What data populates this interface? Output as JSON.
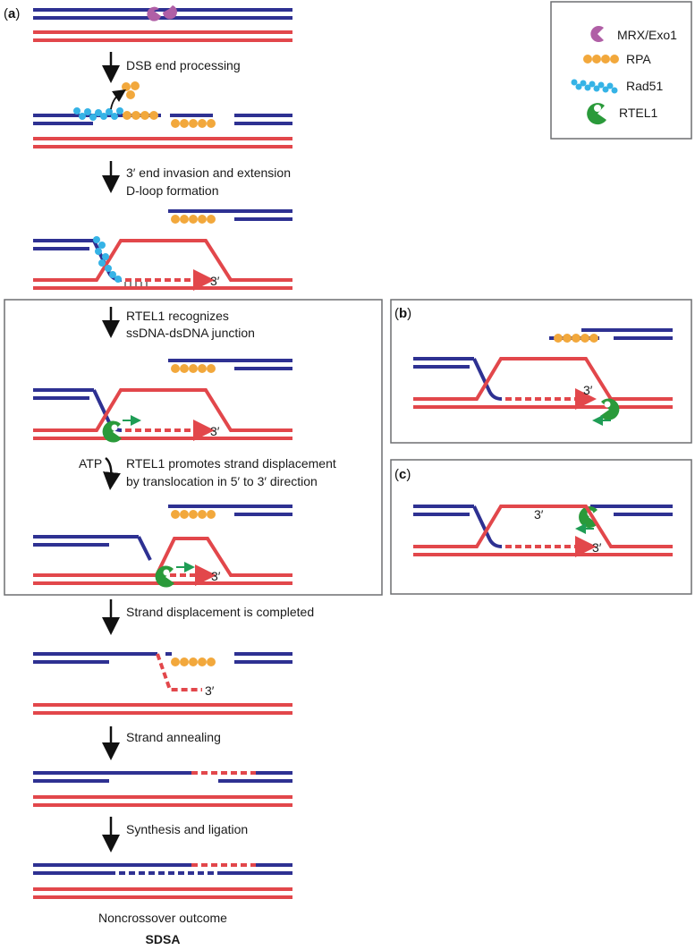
{
  "panels": {
    "a": "a",
    "b": "b",
    "c": "c"
  },
  "legend": {
    "items": [
      {
        "label": "MRX/Exo1",
        "icon": "pacman-icon",
        "color": "#b05fa6"
      },
      {
        "label": "RPA",
        "icon": "orange-beads-icon",
        "color": "#f2a83c"
      },
      {
        "label": "Rad51",
        "icon": "blue-filament-icon",
        "color": "#35b3e6"
      },
      {
        "label": "RTEL1",
        "icon": "rtel1-helicase-icon",
        "color": "#2a9a3a"
      }
    ]
  },
  "steps": [
    "DSB end processing",
    "3′ end invasion and extension",
    "D-loop formation",
    "RTEL1 recognizes",
    "ssDNA-dsDNA junction",
    "RTEL1 promotes strand displacement",
    "by translocation in 5′ to 3′ direction",
    "Strand displacement is completed",
    "Strand annealing",
    "Synthesis and ligation"
  ],
  "atp_label": "ATP",
  "end_label": "3′",
  "outcome": "Noncrossover outcome",
  "outcome_name": "SDSA",
  "colors": {
    "dna_blue": "#2e3192",
    "dna_red": "#e2474b",
    "rtel1_green": "#2a9a3a",
    "arrow_green": "#1f9d55",
    "box_border": "#6d6e71"
  }
}
